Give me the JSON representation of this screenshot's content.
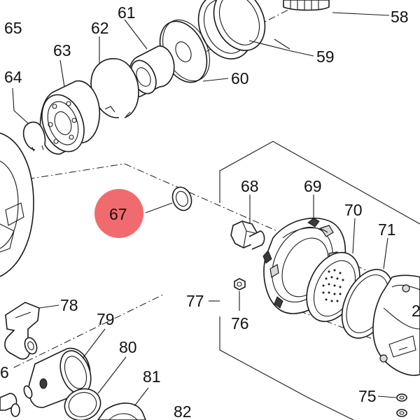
{
  "diagram": {
    "highlight_color": "#f05a5e",
    "highlighted_part": "67",
    "callouts": [
      {
        "id": "p58",
        "label": "58"
      },
      {
        "id": "p59",
        "label": "59"
      },
      {
        "id": "p60",
        "label": "60"
      },
      {
        "id": "p61",
        "label": "61"
      },
      {
        "id": "p62",
        "label": "62"
      },
      {
        "id": "p63",
        "label": "63"
      },
      {
        "id": "p64",
        "label": "64"
      },
      {
        "id": "p65",
        "label": "65"
      },
      {
        "id": "p67",
        "label": "67"
      },
      {
        "id": "p68",
        "label": "68"
      },
      {
        "id": "p69",
        "label": "69"
      },
      {
        "id": "p70",
        "label": "70"
      },
      {
        "id": "p71",
        "label": "71"
      },
      {
        "id": "p75",
        "label": "75"
      },
      {
        "id": "p76",
        "label": "76"
      },
      {
        "id": "p77",
        "label": "77"
      },
      {
        "id": "p78",
        "label": "78"
      },
      {
        "id": "p79",
        "label": "79"
      },
      {
        "id": "p80",
        "label": "80"
      },
      {
        "id": "p81",
        "label": "81"
      },
      {
        "id": "p82",
        "label": "82"
      },
      {
        "id": "p6",
        "label": "6"
      },
      {
        "id": "p2",
        "label": "2"
      }
    ]
  }
}
